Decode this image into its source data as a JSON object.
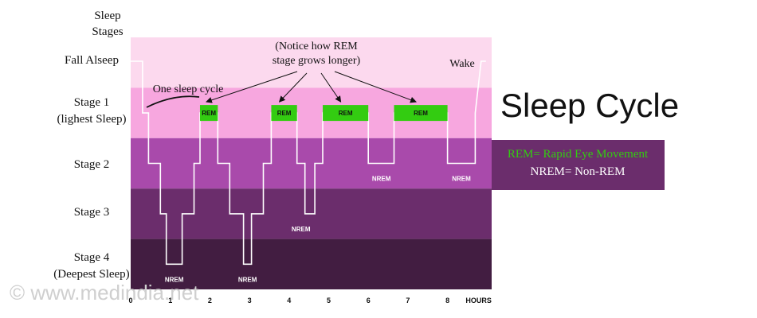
{
  "chart_data": {
    "type": "line",
    "title": "Sleep Cycle",
    "y_title": "Sleep Stages",
    "x_unit_label": "HOURS",
    "x_ticks": [
      "0",
      "1",
      "2",
      "3",
      "4",
      "5",
      "6",
      "7",
      "8"
    ],
    "xlim": [
      0,
      9
    ],
    "stages": [
      {
        "label_lines": [
          "Fall Alseep"
        ],
        "color": "#fcd9ee"
      },
      {
        "label_lines": [
          "Stage 1",
          "(lighest Sleep)"
        ],
        "color": "#f7a7df"
      },
      {
        "label_lines": [
          "Stage 2"
        ],
        "color": "#a94aab"
      },
      {
        "label_lines": [
          "Stage 3"
        ],
        "color": "#6b2d6c"
      },
      {
        "label_lines": [
          "Stage 4",
          "(Deepest Sleep)"
        ],
        "color": "#421d41"
      }
    ],
    "hypnogram_hours": [
      0,
      0.3,
      0.3,
      0.45,
      0.45,
      0.75,
      0.75,
      0.9,
      0.9,
      1.3,
      1.3,
      1.6,
      1.6,
      1.75,
      1.75,
      2.2,
      2.2,
      2.5,
      2.5,
      2.85,
      2.85,
      3.05,
      3.05,
      3.35,
      3.35,
      3.55,
      3.55,
      4.2,
      4.2,
      4.4,
      4.4,
      4.65,
      4.65,
      4.85,
      4.85,
      6.0,
      6.0,
      6.65,
      6.65,
      8.0,
      8.0,
      8.7,
      8.7,
      8.85
    ],
    "hypnogram_stage": [
      0,
      0,
      1,
      1,
      2,
      2,
      3,
      3,
      4,
      4,
      3,
      3,
      2,
      2,
      1,
      1,
      2,
      2,
      3,
      3,
      4,
      4,
      3,
      3,
      2,
      2,
      1,
      1,
      2,
      2,
      3,
      3,
      2,
      2,
      1,
      1,
      2,
      2,
      1,
      1,
      2,
      2,
      1,
      0
    ],
    "rem_periods": [
      {
        "start": 1.75,
        "end": 2.2,
        "label": "REM"
      },
      {
        "start": 3.55,
        "end": 4.2,
        "label": "REM"
      },
      {
        "start": 4.85,
        "end": 6.0,
        "label": "REM"
      },
      {
        "start": 6.65,
        "end": 8.0,
        "label": "REM"
      }
    ],
    "nrem_labels": [
      {
        "hour": 1.1,
        "stage": 4,
        "label": "NREM"
      },
      {
        "hour": 2.95,
        "stage": 4,
        "label": "NREM"
      },
      {
        "hour": 4.3,
        "stage": 3,
        "label": "NREM"
      },
      {
        "hour": 6.33,
        "stage": 2,
        "label": "NREM"
      },
      {
        "hour": 8.35,
        "stage": 2,
        "label": "NREM"
      }
    ],
    "rem_color": "#33cc11",
    "annotations": {
      "notice_lines": [
        "(Notice how REM",
        "stage grows longer)"
      ],
      "cycle_label": "One sleep cycle",
      "wake_label": "Wake"
    },
    "legend": {
      "rem": "REM= Rapid Eye Movement",
      "nrem": "NREM= Non-REM",
      "rem_color": "#33cc11",
      "nrem_color": "#ffffff",
      "background": "#6b2d6c"
    }
  },
  "watermark": "©  www.medindia.net"
}
